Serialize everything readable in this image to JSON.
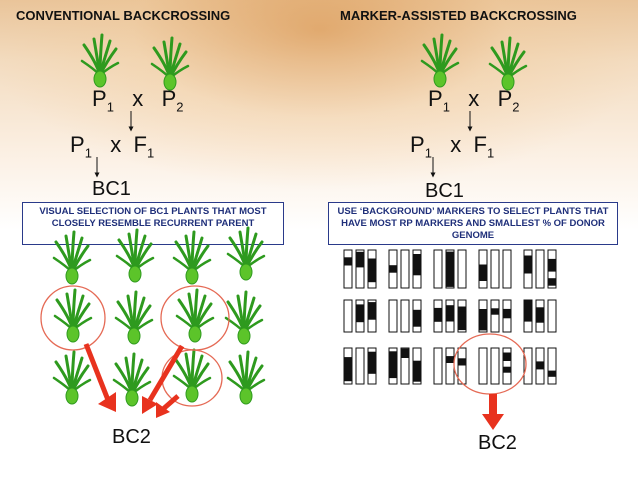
{
  "left": {
    "header": "CONVENTIONAL BACKCROSSING",
    "cross1": {
      "p": "P",
      "p1_sub": "1",
      "x": "x",
      "p2": "P",
      "p2_sub": "2"
    },
    "cross2": {
      "p": "P",
      "p_sub": "1",
      "x": "x",
      "f": "F",
      "f_sub": "1"
    },
    "generation": "BC1",
    "description": "VISUAL SELECTION OF BC1 PLANTS THAT MOST CLOSELY RESEMBLE RECURRENT PARENT",
    "result": "BC2"
  },
  "right": {
    "header": "MARKER-ASSISTED BACKCROSSING",
    "cross1": {
      "p": "P",
      "p1_sub": "1",
      "x": "x",
      "p2": "P",
      "p2_sub": "2"
    },
    "cross2": {
      "p": "P",
      "p_sub": "1",
      "x": "x",
      "f": "F",
      "f_sub": "1"
    },
    "generation": "BC1",
    "description": "USE ‘BACKGROUND’ MARKERS TO SELECT PLANTS THAT HAVE MOST RP MARKERS AND SMALLEST % OF DONOR GENOME",
    "result": "BC2"
  },
  "colors": {
    "plant": "#2e9a1e",
    "seed": "#5cc42a",
    "arrow_red": "#e8321e",
    "circle": "#e56a55",
    "box_text": "#1f2f7a"
  },
  "plant_icon": "wheat-plant-icon",
  "chromosome_icon": "chromosome-bar-icon"
}
